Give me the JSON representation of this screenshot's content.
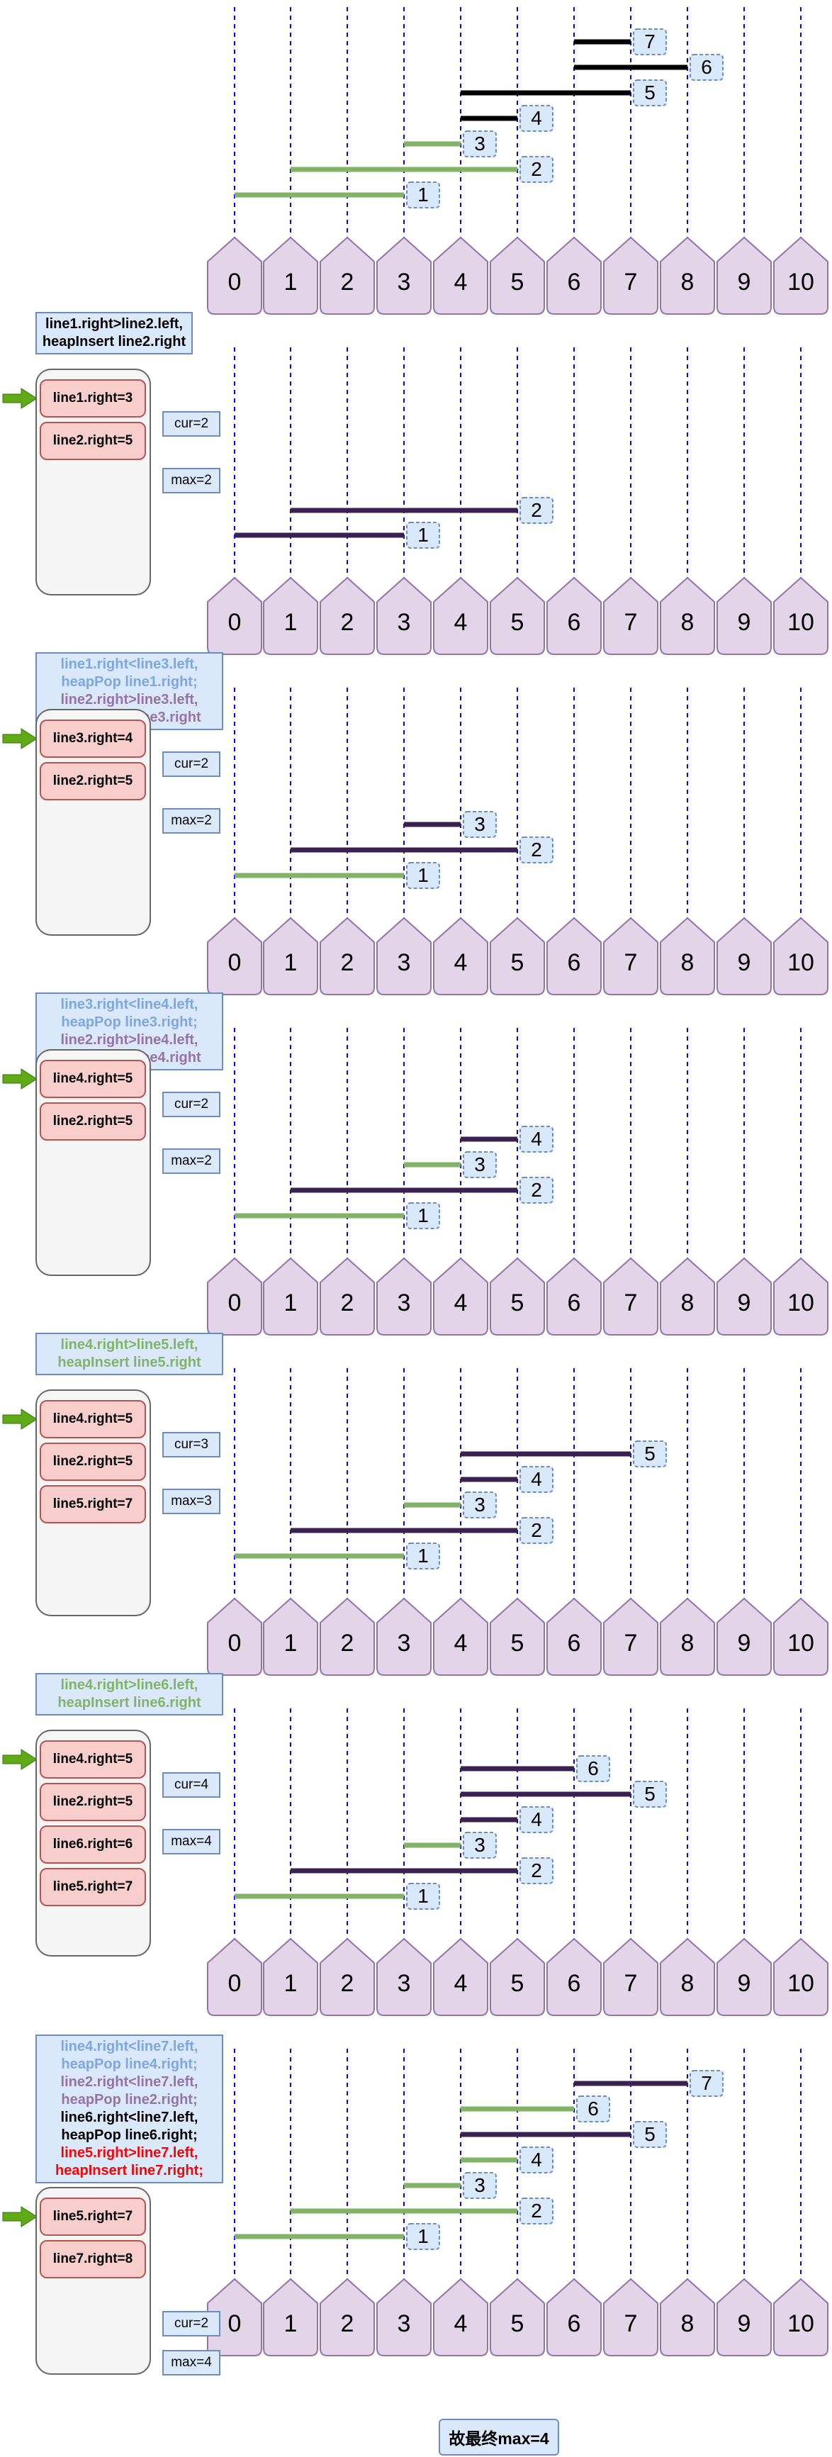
{
  "axis_labels": [
    "0",
    "1",
    "2",
    "3",
    "4",
    "5",
    "6",
    "7",
    "8",
    "9",
    "10"
  ],
  "colors": {
    "segment_black": "#000000",
    "segment_purple": "#3b2151",
    "segment_green": "#82b366",
    "blue": "#7ea6e0",
    "violet": "#9673a6",
    "red": "#ff0000",
    "label_fill": "#dae8fc",
    "label_stroke": "#6c8ebf",
    "house_fill": "#e1d5e7",
    "house_stroke": "#9673a6",
    "arrow": "#60a917"
  },
  "panels": [
    {
      "segments": [
        {
          "label": "1",
          "from": 0,
          "to": 3,
          "color": "green"
        },
        {
          "label": "2",
          "from": 1,
          "to": 5,
          "color": "green"
        },
        {
          "label": "3",
          "from": 3,
          "to": 4,
          "color": "green"
        },
        {
          "label": "4",
          "from": 4,
          "to": 5,
          "color": "black"
        },
        {
          "label": "5",
          "from": 4,
          "to": 7,
          "color": "black"
        },
        {
          "label": "6",
          "from": 6,
          "to": 8,
          "color": "black"
        },
        {
          "label": "7",
          "from": 6,
          "to": 7,
          "color": "black"
        }
      ],
      "note_lines": [],
      "heap": [],
      "cur": "",
      "max": ""
    },
    {
      "segments": [
        {
          "label": "1",
          "from": 0,
          "to": 3,
          "color": "purple"
        },
        {
          "label": "2",
          "from": 1,
          "to": 5,
          "color": "purple"
        }
      ],
      "note_lines": [
        {
          "text": "line1.right>line2.left,",
          "color": "black"
        },
        {
          "text": "heapInsert  line2.right",
          "color": "black"
        }
      ],
      "heap": [
        "line1.right=3",
        "line2.right=5"
      ],
      "cur": "cur=2",
      "max": "max=2"
    },
    {
      "segments": [
        {
          "label": "1",
          "from": 0,
          "to": 3,
          "color": "green"
        },
        {
          "label": "2",
          "from": 1,
          "to": 5,
          "color": "purple"
        },
        {
          "label": "3",
          "from": 3,
          "to": 4,
          "color": "purple"
        }
      ],
      "note_lines": [
        {
          "text": "line1.right<line3.left,",
          "color": "blue"
        },
        {
          "text": "heapPop line1.right;",
          "color": "blue"
        },
        {
          "text": "line2.right>line3.left,",
          "color": "violet"
        },
        {
          "text": "heapInsert  line3.right",
          "color": "violet"
        }
      ],
      "heap": [
        "line3.right=4",
        "line2.right=5"
      ],
      "cur": "cur=2",
      "max": "max=2"
    },
    {
      "segments": [
        {
          "label": "1",
          "from": 0,
          "to": 3,
          "color": "green"
        },
        {
          "label": "2",
          "from": 1,
          "to": 5,
          "color": "purple"
        },
        {
          "label": "3",
          "from": 3,
          "to": 4,
          "color": "green"
        },
        {
          "label": "4",
          "from": 4,
          "to": 5,
          "color": "purple"
        }
      ],
      "note_lines": [
        {
          "text": "line3.right<line4.left,",
          "color": "blue"
        },
        {
          "text": "heapPop line3.right;",
          "color": "blue"
        },
        {
          "text": "line2.right>line4.left,",
          "color": "violet"
        },
        {
          "text": "heapInsert  line4.right",
          "color": "violet"
        }
      ],
      "heap": [
        "line4.right=5",
        "line2.right=5"
      ],
      "cur": "cur=2",
      "max": "max=2"
    },
    {
      "segments": [
        {
          "label": "1",
          "from": 0,
          "to": 3,
          "color": "green"
        },
        {
          "label": "2",
          "from": 1,
          "to": 5,
          "color": "purple"
        },
        {
          "label": "3",
          "from": 3,
          "to": 4,
          "color": "green"
        },
        {
          "label": "4",
          "from": 4,
          "to": 5,
          "color": "purple"
        },
        {
          "label": "5",
          "from": 4,
          "to": 7,
          "color": "purple"
        }
      ],
      "note_lines": [
        {
          "text": "line4.right>line5.left,",
          "color": "green"
        },
        {
          "text": "heapInsert  line5.right",
          "color": "green"
        }
      ],
      "heap": [
        "line4.right=5",
        "line2.right=5",
        "line5.right=7"
      ],
      "cur": "cur=3",
      "max": "max=3"
    },
    {
      "segments": [
        {
          "label": "1",
          "from": 0,
          "to": 3,
          "color": "green"
        },
        {
          "label": "2",
          "from": 1,
          "to": 5,
          "color": "purple"
        },
        {
          "label": "3",
          "from": 3,
          "to": 4,
          "color": "green"
        },
        {
          "label": "4",
          "from": 4,
          "to": 5,
          "color": "purple"
        },
        {
          "label": "5",
          "from": 4,
          "to": 7,
          "color": "purple"
        },
        {
          "label": "6",
          "from": 4,
          "to": 6,
          "color": "purple"
        }
      ],
      "note_lines": [
        {
          "text": "line4.right>line6.left,",
          "color": "green"
        },
        {
          "text": "heapInsert  line6.right",
          "color": "green"
        }
      ],
      "heap": [
        "line4.right=5",
        "line2.right=5",
        "line6.right=6",
        "line5.right=7"
      ],
      "cur": "cur=4",
      "max": "max=4"
    },
    {
      "segments": [
        {
          "label": "1",
          "from": 0,
          "to": 3,
          "color": "green"
        },
        {
          "label": "2",
          "from": 1,
          "to": 5,
          "color": "green"
        },
        {
          "label": "3",
          "from": 3,
          "to": 4,
          "color": "green"
        },
        {
          "label": "4",
          "from": 4,
          "to": 5,
          "color": "green"
        },
        {
          "label": "5",
          "from": 4,
          "to": 7,
          "color": "purple"
        },
        {
          "label": "6",
          "from": 4,
          "to": 6,
          "color": "green"
        },
        {
          "label": "7",
          "from": 6,
          "to": 8,
          "color": "purple"
        }
      ],
      "note_lines": [
        {
          "text": "line4.right<line7.left,",
          "color": "blue"
        },
        {
          "text": "heapPop  line4.right;",
          "color": "blue"
        },
        {
          "text": "line2.right<line7.left,",
          "color": "violet"
        },
        {
          "text": "heapPop  line2.right;",
          "color": "violet"
        },
        {
          "text": "line6.right<line7.left,",
          "color": "black"
        },
        {
          "text": "heapPop  line6.right;",
          "color": "black"
        },
        {
          "text": "line5.right>line7.left,",
          "color": "red"
        },
        {
          "text": "heapInsert  line7.right;",
          "color": "red"
        }
      ],
      "heap": [
        "line5.right=7",
        "line7.right=8"
      ],
      "cur": "cur=2",
      "max": "max=4"
    }
  ],
  "conclusion": "故最终max=4"
}
